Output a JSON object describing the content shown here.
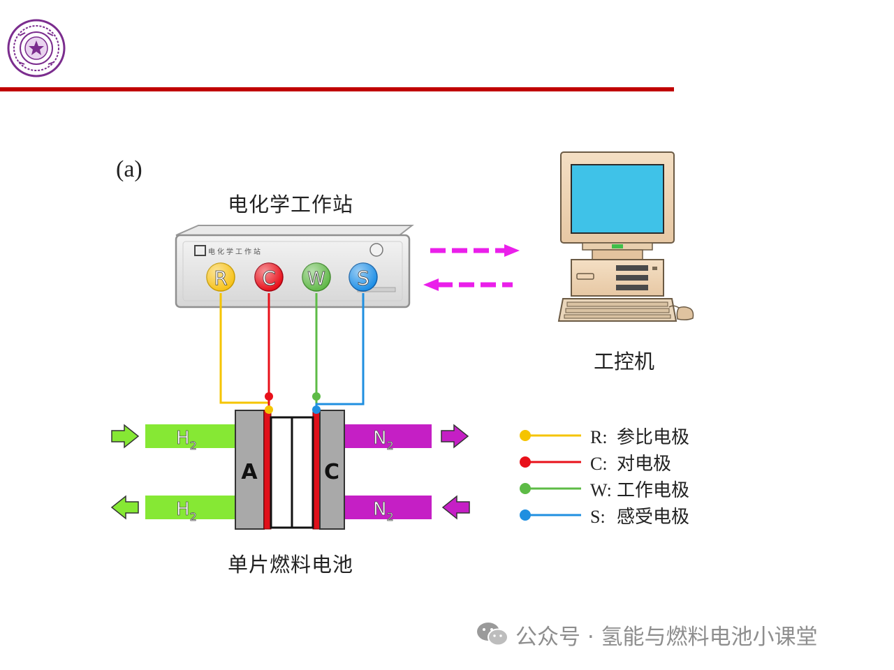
{
  "panel_label": "(a)",
  "workstation": {
    "title": "电化学工作站",
    "brand_text": "电化学工作站",
    "terminals": [
      "R",
      "C",
      "W",
      "S"
    ]
  },
  "computer": {
    "title": "工控机"
  },
  "fuel_cell": {
    "title": "单片燃料电池",
    "anode_label": "A",
    "cathode_label": "C",
    "anode_gas": "H",
    "cathode_gas": "N",
    "subscript": "2"
  },
  "legend": [
    {
      "code": "R:",
      "name": "参比电极",
      "color": "#f5c400"
    },
    {
      "code": "C:",
      "name": "对电极",
      "color": "#e8101a"
    },
    {
      "code": "W:",
      "name": "工作电极",
      "color": "#5dbb46"
    },
    {
      "code": "S:",
      "name": "感受电极",
      "color": "#1f8fe0"
    }
  ],
  "colors": {
    "header_rule": "#c00000",
    "logo": "#7b2d8e",
    "data_arrows": "#ea1fea",
    "h2_channel": "#86e834",
    "n2_channel": "#c51fc5",
    "plate": "#a9a9a9"
  },
  "watermark": "公众号 · 氢能与燃料电池小课堂"
}
